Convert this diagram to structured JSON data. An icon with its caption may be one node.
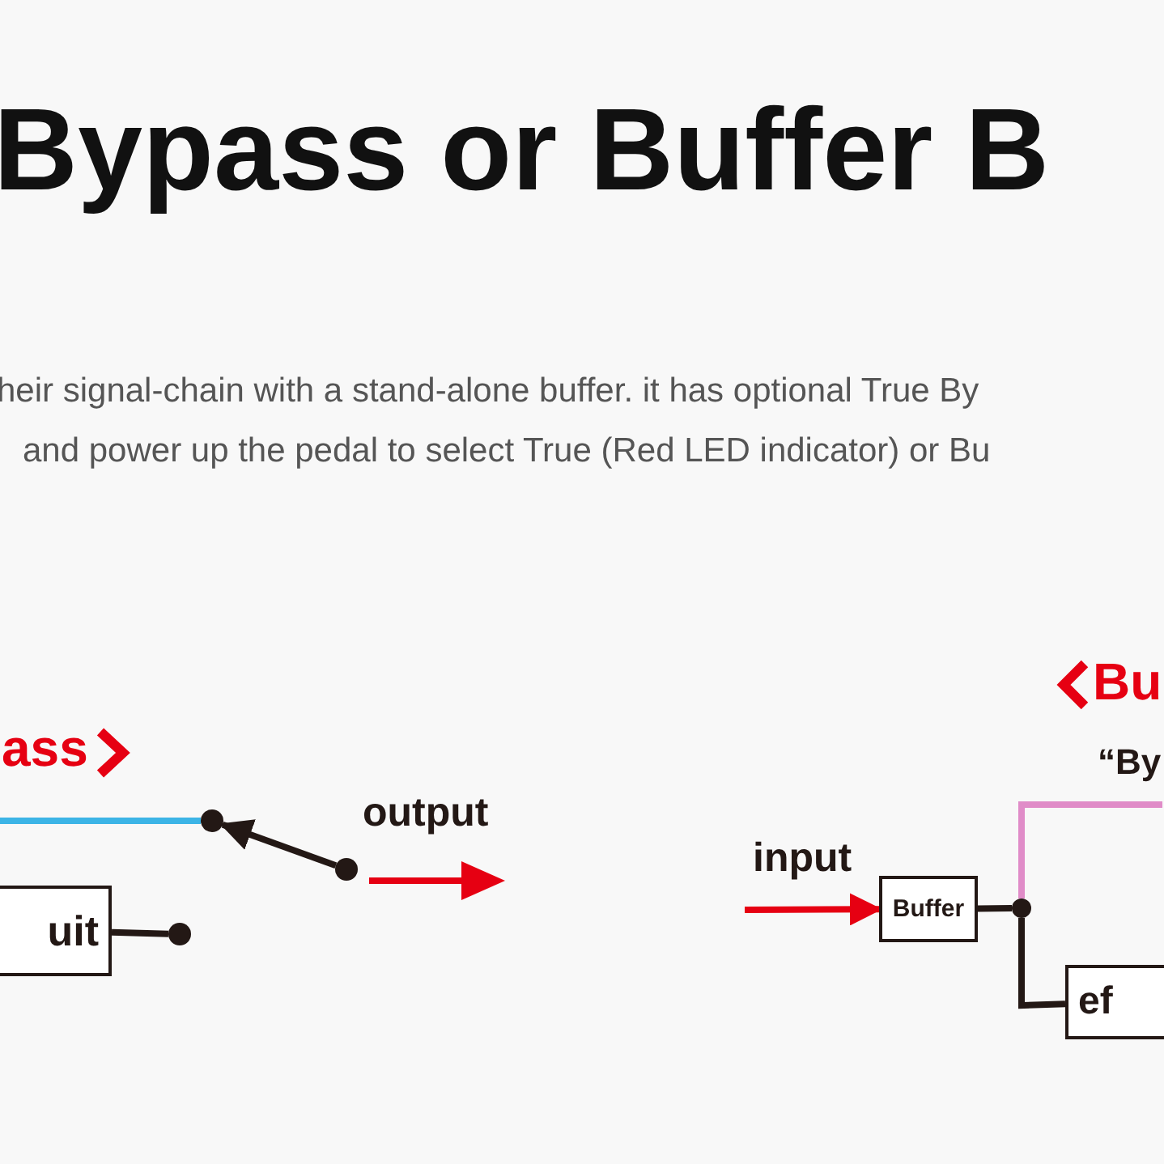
{
  "diagram": {
    "title": "Bypass or Buffer B",
    "nodes": [
      {
        "text": [
          "uit"
        ]
      },
      {
        "text": [],
        "shape": "circle"
      },
      {
        "text": [],
        "shape": "circle"
      },
      {
        "text": [],
        "shape": "circle"
      },
      {
        "text": [
          "Buffer"
        ]
      },
      {
        "text": [],
        "shape": "circle"
      },
      {
        "text": [
          "ef"
        ]
      }
    ],
    "edges": [
      {
        "from": 0,
        "to": 1,
        "arrow": "none"
      },
      {
        "from": null,
        "to": 2,
        "arrow": "none",
        "color": "#3cb4e6"
      },
      {
        "from": 3,
        "to": 2,
        "arrow": "to"
      },
      {
        "from": null,
        "to": 4,
        "arrow": "to",
        "color": "#e60012"
      },
      {
        "from": 4,
        "to": 5,
        "arrow": "none"
      },
      {
        "from": 5,
        "to": 6,
        "arrow": "none"
      },
      {
        "from": 5,
        "to": null,
        "arrow": "none",
        "color": "#e08cc8"
      }
    ],
    "labels": [
      "heir signal-chain with a stand-alone buffer. it has optional True By",
      "and power up the pedal to select True (Red LED indicator) or Bu",
      "ass",
      "output",
      "Bu",
      "“By",
      "input"
    ]
  }
}
